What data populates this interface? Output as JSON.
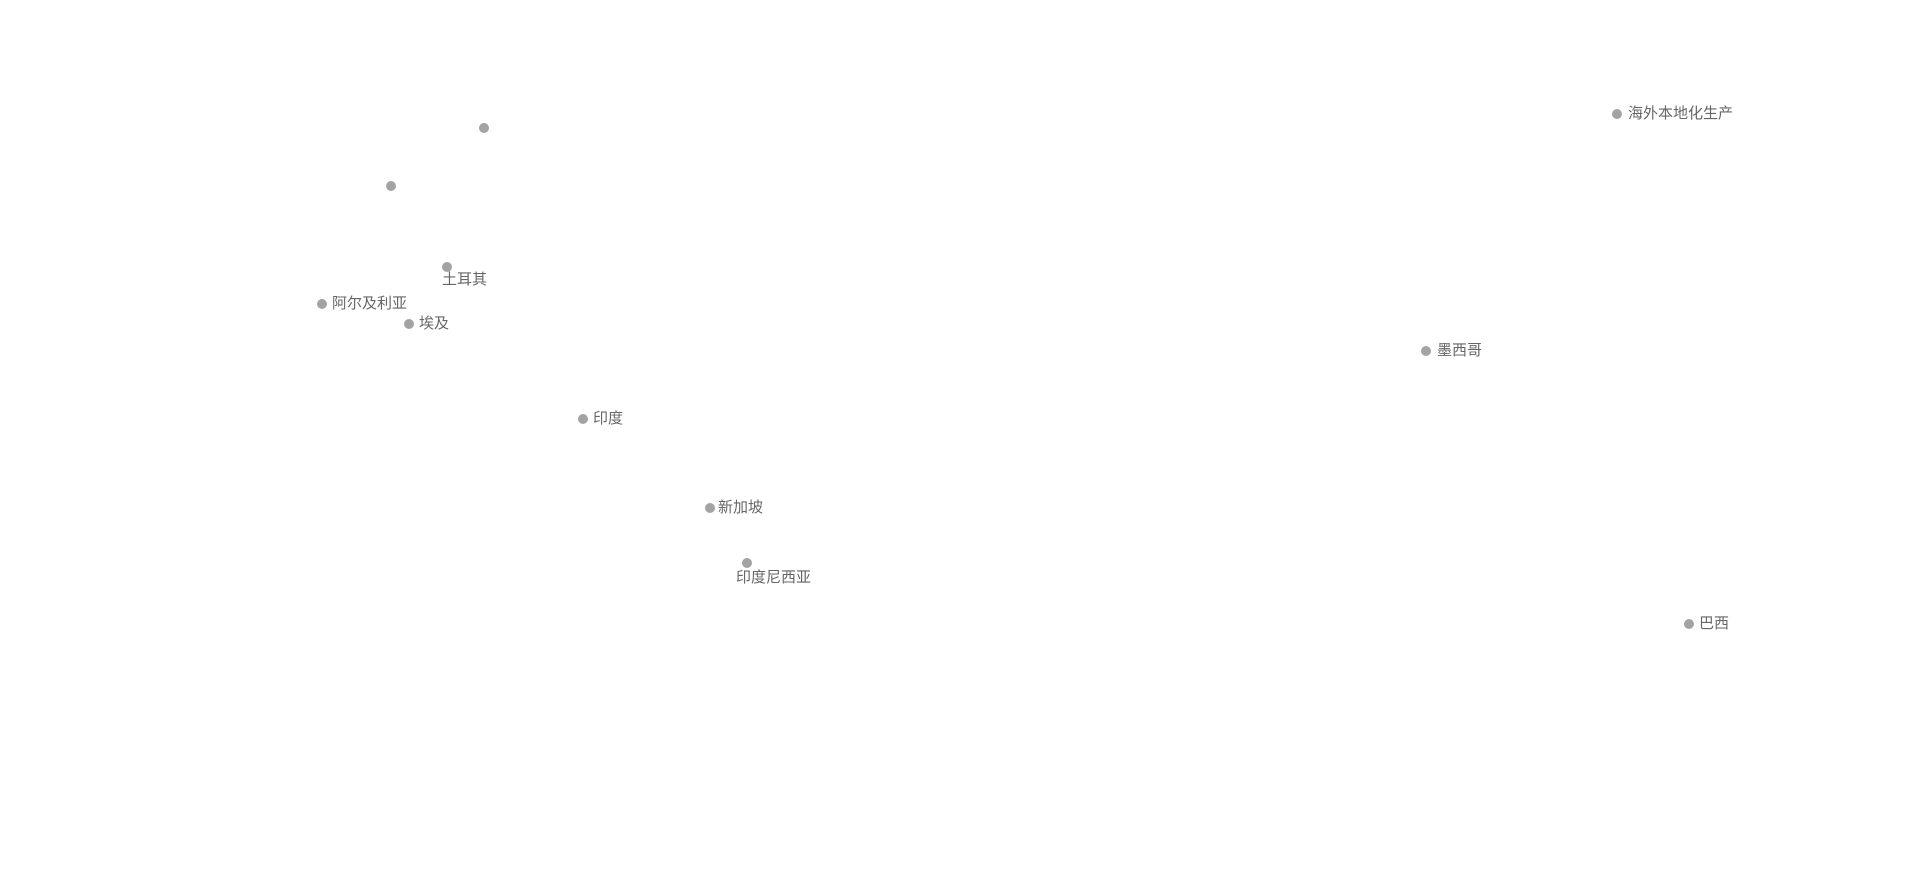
{
  "map": {
    "dot_color": "#a3a3a3",
    "label_color": "#666666",
    "markers": [
      {
        "label": ""
      },
      {
        "label": ""
      },
      {
        "label": "土耳其"
      },
      {
        "label": "阿尔及利亚"
      },
      {
        "label": "埃及"
      },
      {
        "label": "海外本地化生产"
      },
      {
        "label": "墨西哥"
      },
      {
        "label": "印度"
      },
      {
        "label": "新加坡"
      },
      {
        "label": "印度尼西亚"
      },
      {
        "label": "巴西"
      }
    ]
  }
}
